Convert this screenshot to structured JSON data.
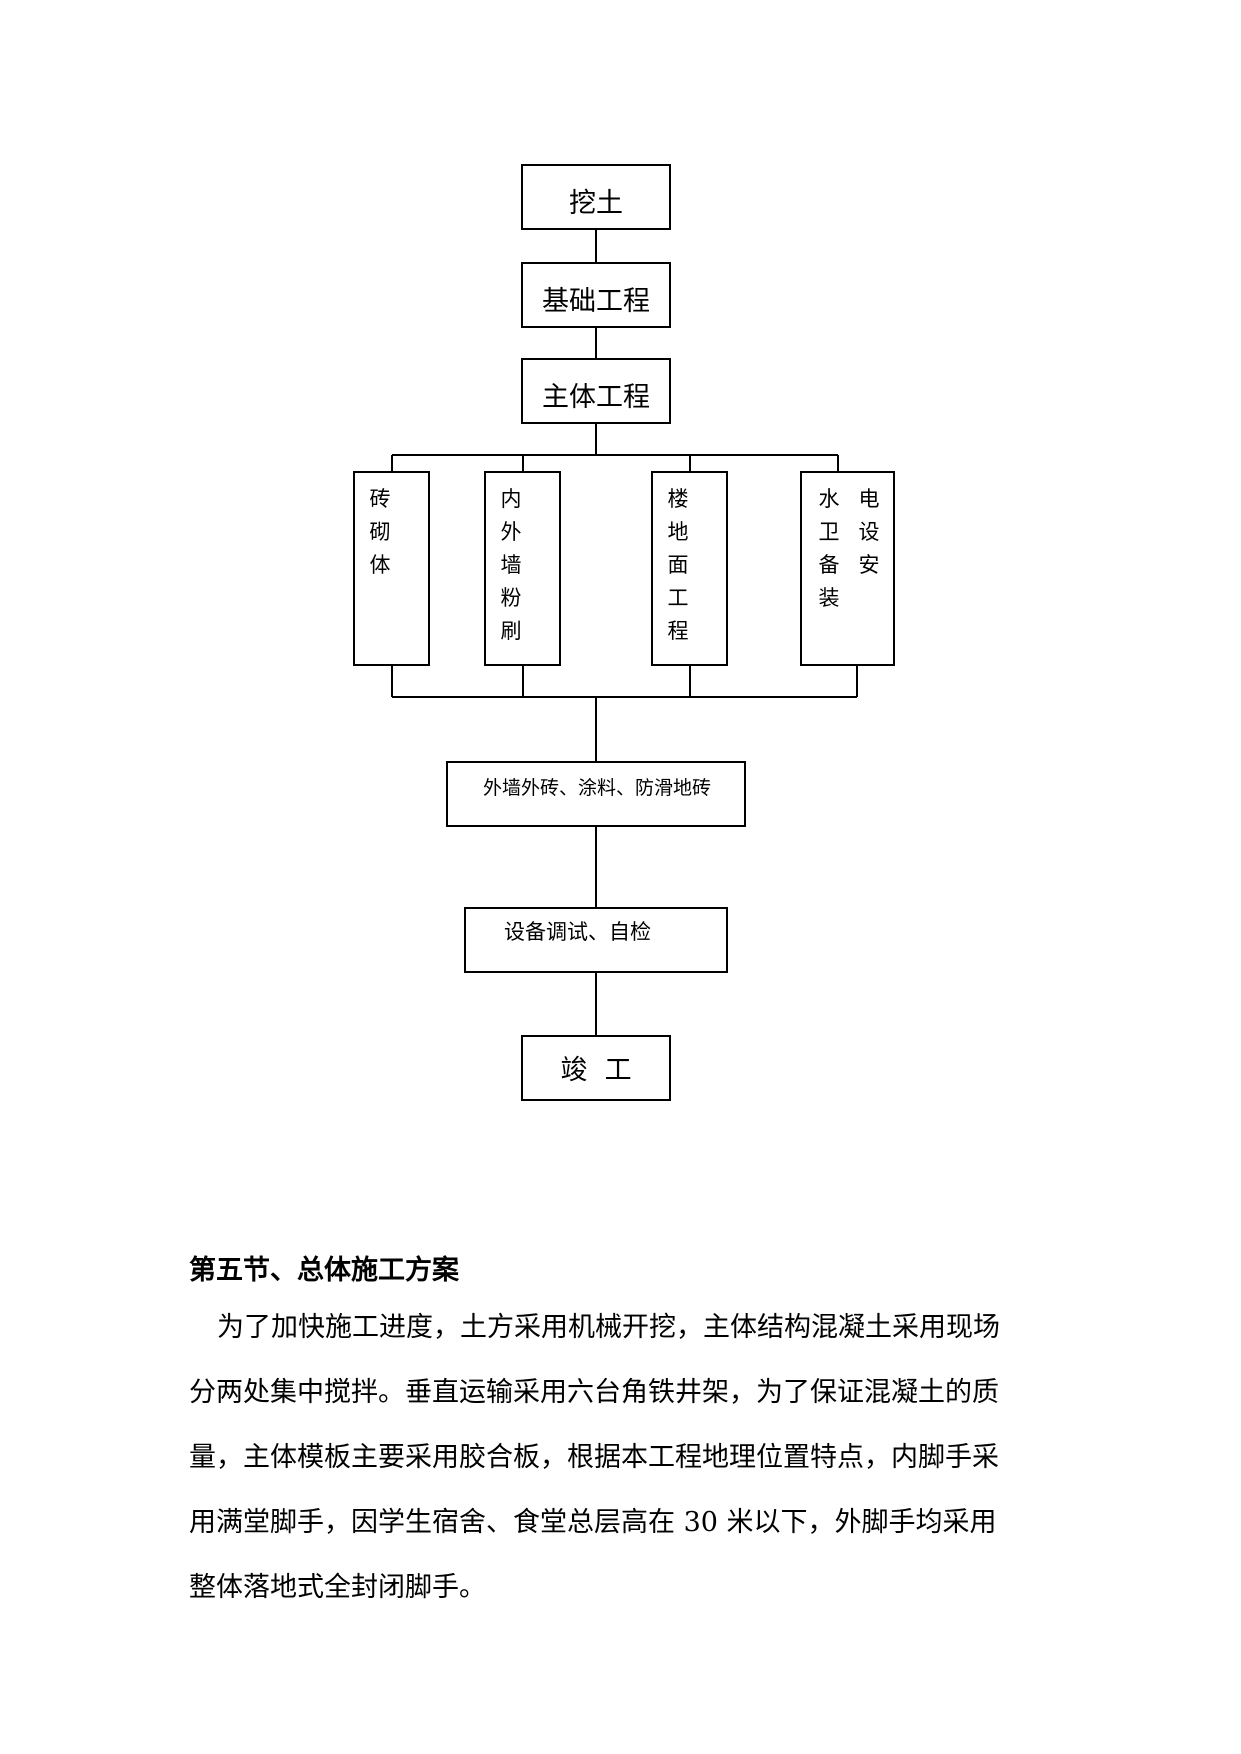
{
  "flowchart": {
    "step1": "挖土",
    "step2": "基础工程",
    "step3": "主体工程",
    "branch1": [
      "砖",
      "砌",
      "体"
    ],
    "branch2": [
      "内",
      "外",
      "墙",
      "粉",
      "刷"
    ],
    "branch3": [
      "楼",
      "地",
      "面",
      "工",
      "程"
    ],
    "branch4_col1": [
      "水",
      "卫",
      "备",
      "装"
    ],
    "branch4_col2": [
      "电",
      "设",
      "安"
    ],
    "step5": "外墙外砖、涂料、防滑地砖",
    "step6": "设备调试、自检",
    "step7": "竣  工"
  },
  "section": {
    "heading": "第五节、总体施工方案",
    "lines": [
      "为了加快施工进度，土方采用机械开挖，主体结构混凝土采用现场",
      "分两处集中搅拌。垂直运输采用六台角铁井架，为了保证混凝土的质",
      "量，主体模板主要采用胶合板，根据本工程地理位置特点，内脚手采",
      "用满堂脚手，因学生宿舍、食堂总层高在 30 米以下，外脚手均采用",
      "整体落地式全封闭脚手。"
    ]
  }
}
